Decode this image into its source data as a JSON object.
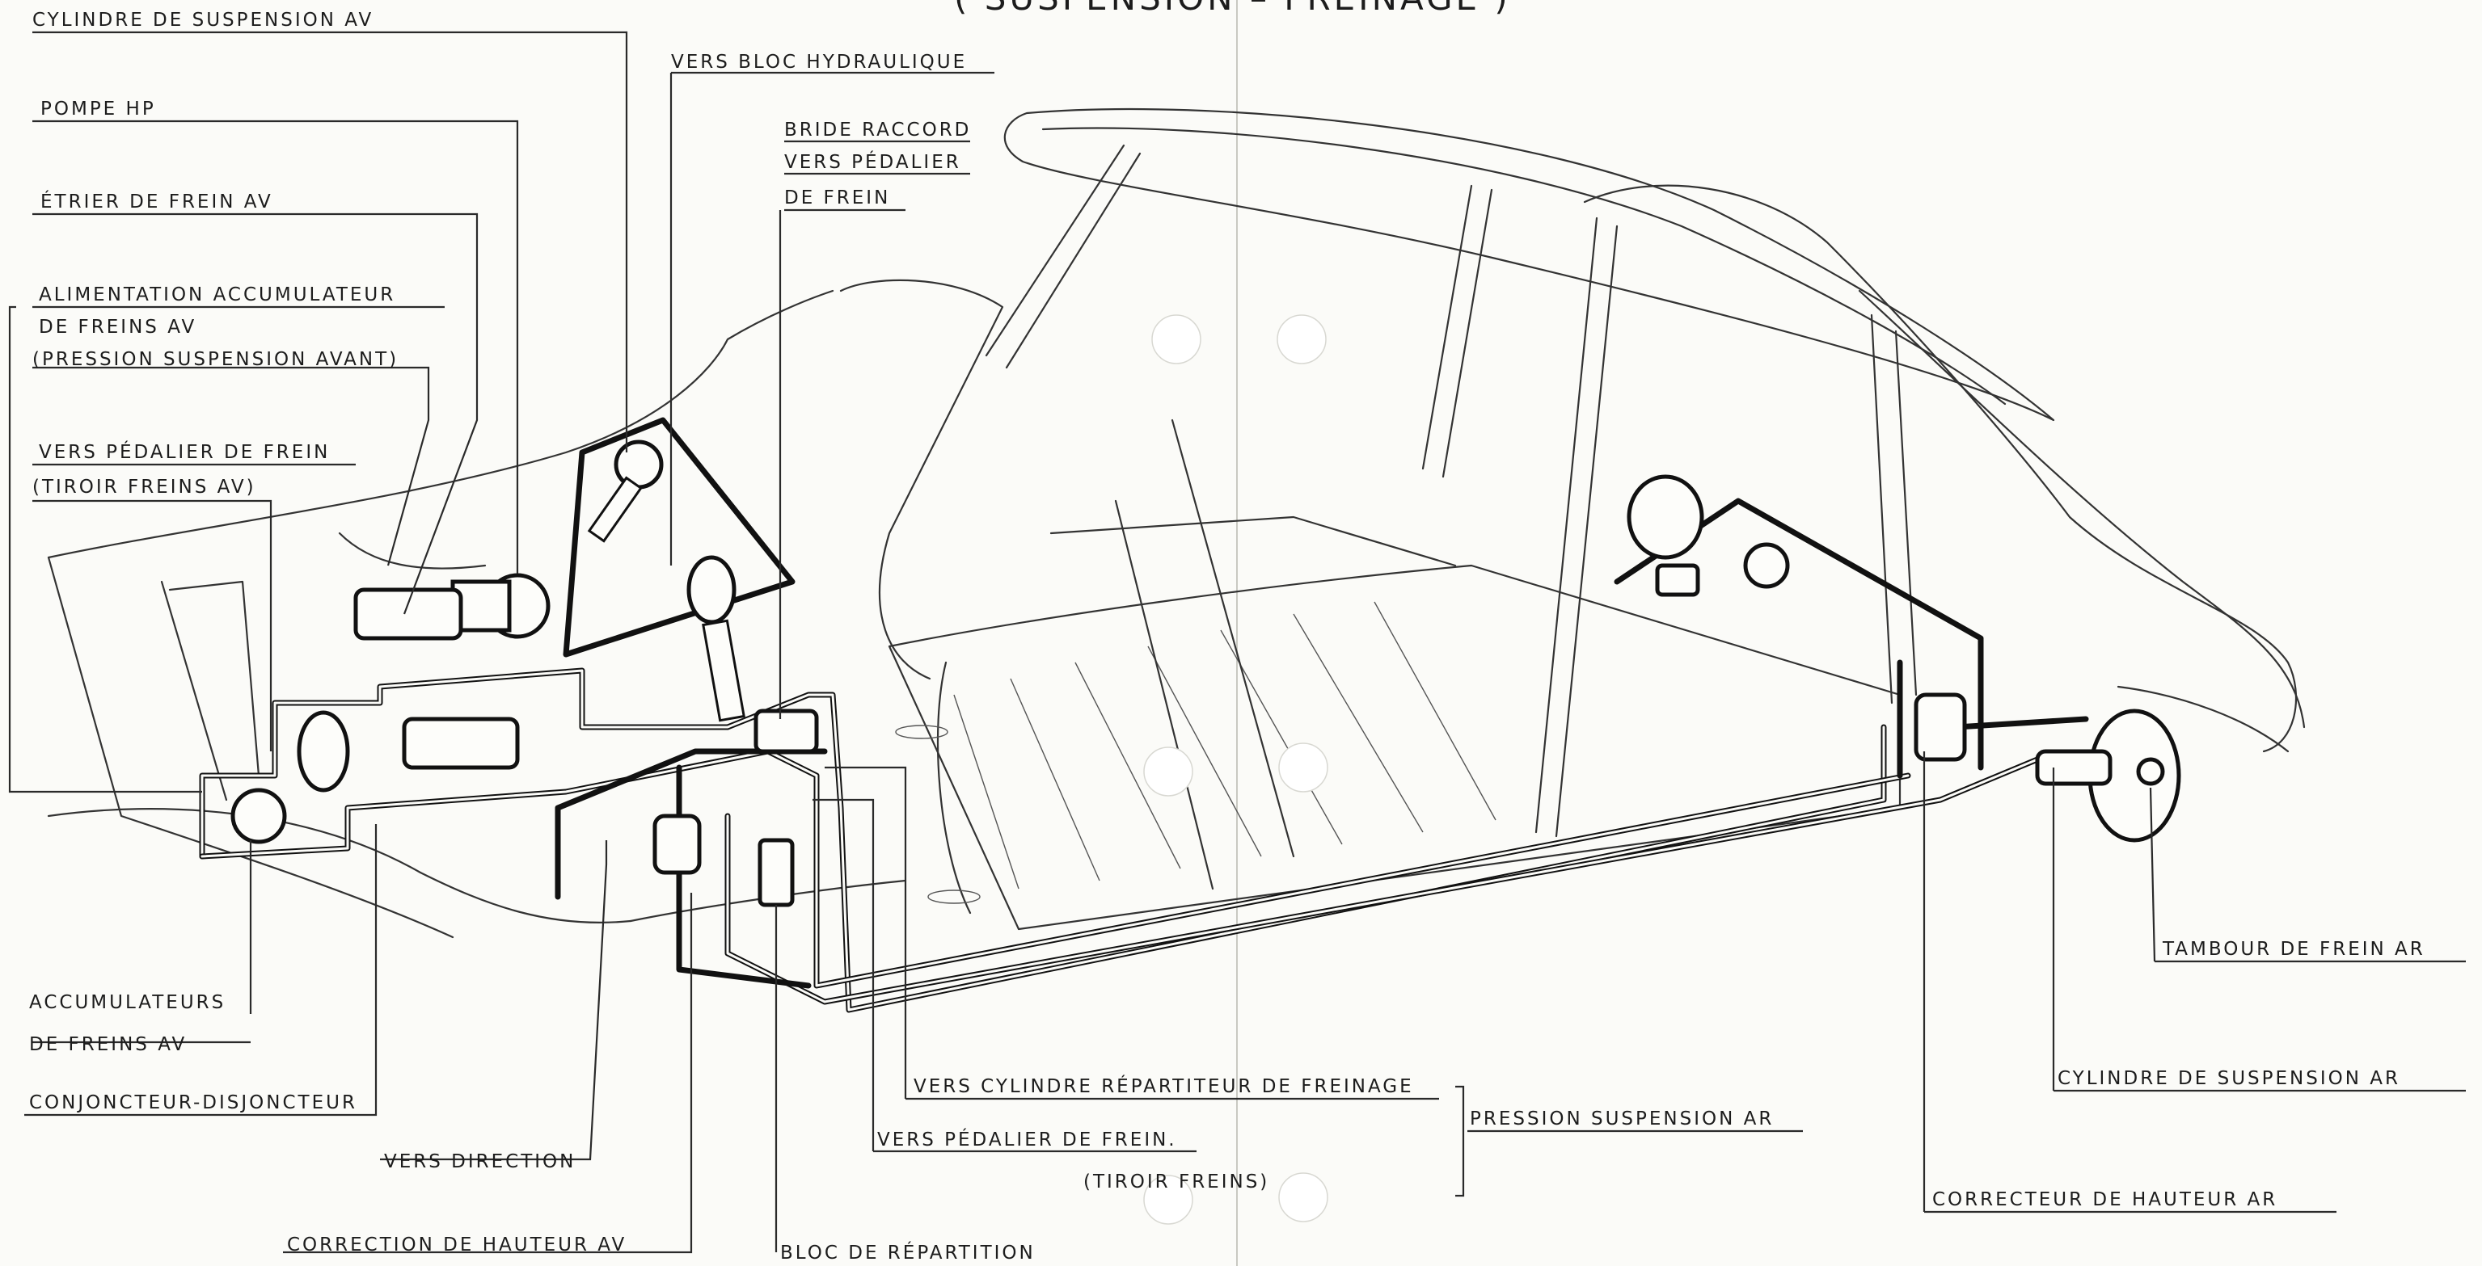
{
  "title": "( SUSPENSION – FREINAGE )",
  "labels": {
    "cylindre_suspension_av": "CYLINDRE DE SUSPENSION AV",
    "pompe_hp": "POMPE HP",
    "etrier_frein_av": "ÉTRIER DE FREIN AV",
    "alimentation_1": "ALIMENTATION ACCUMULATEUR",
    "alimentation_2": "DE FREINS AV",
    "alimentation_3": "(PRESSION SUSPENSION AVANT)",
    "vers_pedalier_av_1": "VERS PÉDALIER DE FREIN",
    "vers_pedalier_av_2": "(TIROIR FREINS AV)",
    "vers_bloc_hydraulique": "VERS BLOC HYDRAULIQUE",
    "bride_1": "BRIDE RACCORD",
    "bride_2": "VERS PÉDALIER",
    "bride_3": "DE FREIN",
    "accumulateurs_1": "ACCUMULATEURS",
    "accumulateurs_2": "DE FREINS AV",
    "conjoncteur": "CONJONCTEUR-DISJONCTEUR",
    "vers_direction": "VERS DIRECTION",
    "correction_hauteur_av": "CORRECTION DE HAUTEUR AV",
    "bloc_repartition": "BLOC DE RÉPARTITION",
    "vers_cylindre_repartiteur": "VERS CYLINDRE RÉPARTITEUR DE FREINAGE",
    "vers_pedalier_frein": "VERS PÉDALIER DE FREIN.",
    "tiroir_freins": "(TIROIR FREINS)",
    "pression_suspension_ar": "PRESSION SUSPENSION AR",
    "tambour_frein_ar": "TAMBOUR DE FREIN AR",
    "cylindre_suspension_ar": "CYLINDRE DE SUSPENSION AR",
    "correcteur_hauteur_ar": "CORRECTEUR DE HAUTEUR AR"
  }
}
